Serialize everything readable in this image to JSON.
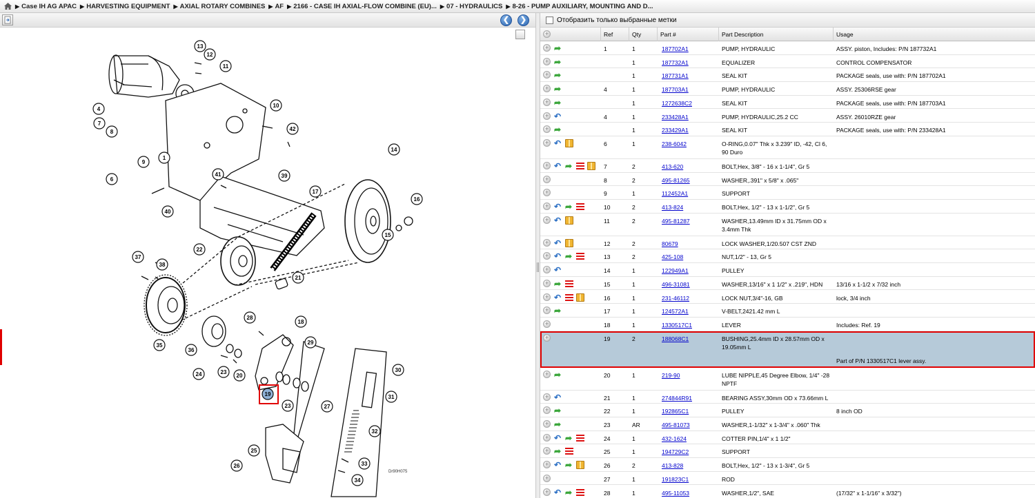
{
  "breadcrumb": [
    "Case IH AG APAC",
    "HARVESTING EQUIPMENT",
    "AXIAL ROTARY COMBINES",
    "AF",
    "2166 - CASE IH AXIAL-FLOW COMBINE (EU)...",
    "07 - HYDRAULICS",
    "8-26 - PUMP AUXILIARY, MOUNTING AND D..."
  ],
  "filter_label": "Отобразить только выбранные метки",
  "diagram_code": "Dr90H075",
  "selected_callout": "19",
  "columns": {
    "ref": "Ref",
    "qty": "Qty",
    "part": "Part #",
    "desc": "Part Description",
    "usage": "Usage"
  },
  "rows": [
    {
      "ref": "1",
      "qty": "1",
      "part": "187702A1",
      "desc": [
        "PUMP, HYDRAULIC"
      ],
      "usage": "ASSY. piston, Includes: P/N 187732A1",
      "icons": [
        "g"
      ]
    },
    {
      "ref": "",
      "qty": "1",
      "part": "187732A1",
      "desc": [
        "EQUALIZER"
      ],
      "usage": "CONTROL COMPENSATOR",
      "icons": [
        "g"
      ]
    },
    {
      "ref": "",
      "qty": "1",
      "part": "187731A1",
      "desc": [
        "SEAL KIT"
      ],
      "usage": "PACKAGE seals, use with: P/N 187702A1",
      "icons": [
        "g"
      ]
    },
    {
      "ref": "4",
      "qty": "1",
      "part": "187703A1",
      "desc": [
        "PUMP, HYDRAULIC"
      ],
      "usage": "ASSY. 25306RSE gear",
      "icons": [
        "g"
      ]
    },
    {
      "ref": "",
      "qty": "1",
      "part": "1272638C2",
      "desc": [
        "SEAL KIT"
      ],
      "usage": "PACKAGE seals, use with: P/N 187703A1",
      "icons": [
        "g"
      ]
    },
    {
      "ref": "4",
      "qty": "1",
      "part": "233428A1",
      "desc": [
        "PUMP, HYDRAULIC,25.2 CC"
      ],
      "usage": "ASSY. 26010RZE gear",
      "icons": [
        "b"
      ]
    },
    {
      "ref": "",
      "qty": "1",
      "part": "233429A1",
      "desc": [
        "SEAL KIT"
      ],
      "usage": "PACKAGE seals, use with: P/N 233428A1",
      "icons": [
        "g"
      ]
    },
    {
      "ref": "6",
      "qty": "1",
      "part": "238-6042",
      "desc": [
        "O-RING,0.07\" Thk x 3.239\" ID, -42, Cl 6,",
        "90 Duro"
      ],
      "usage": "",
      "icons": [
        "b",
        "box"
      ]
    },
    {
      "ref": "7",
      "qty": "2",
      "part": "413-620",
      "desc": [
        "BOLT,Hex, 3/8\" - 16 x 1-1/4\", Gr 5"
      ],
      "usage": "",
      "icons": [
        "b",
        "g",
        "list",
        "box"
      ]
    },
    {
      "ref": "8",
      "qty": "2",
      "part": "495-81265",
      "desc": [
        "WASHER,.391\" x 5/8\" x .065\""
      ],
      "usage": "",
      "icons": []
    },
    {
      "ref": "9",
      "qty": "1",
      "part": "112452A1",
      "desc": [
        "SUPPORT"
      ],
      "usage": "",
      "icons": []
    },
    {
      "ref": "10",
      "qty": "2",
      "part": "413-824",
      "desc": [
        "BOLT,Hex, 1/2\" - 13 x 1-1/2\", Gr 5"
      ],
      "usage": "",
      "icons": [
        "b",
        "g",
        "list"
      ]
    },
    {
      "ref": "11",
      "qty": "2",
      "part": "495-81287",
      "desc": [
        "WASHER,13.49mm ID x 31.75mm OD x",
        "3.4mm Thk"
      ],
      "usage": "",
      "icons": [
        "b",
        "box"
      ]
    },
    {
      "ref": "12",
      "qty": "2",
      "part": "80679",
      "desc": [
        "LOCK WASHER,1/20.507 CST ZND"
      ],
      "usage": "",
      "icons": [
        "b",
        "box"
      ]
    },
    {
      "ref": "13",
      "qty": "2",
      "part": "425-108",
      "desc": [
        "NUT,1/2\" - 13, Gr 5"
      ],
      "usage": "",
      "icons": [
        "b",
        "g",
        "list"
      ]
    },
    {
      "ref": "14",
      "qty": "1",
      "part": "122949A1",
      "desc": [
        "PULLEY"
      ],
      "usage": "",
      "icons": [
        "b"
      ]
    },
    {
      "ref": "15",
      "qty": "1",
      "part": "496-31081",
      "desc": [
        "WASHER,13/16\" x 1 1/2\" x .219\", HDN"
      ],
      "usage": "13/16 x 1-1/2 x 7/32 inch",
      "icons": [
        "g",
        "list"
      ]
    },
    {
      "ref": "16",
      "qty": "1",
      "part": "231-46112",
      "desc": [
        "LOCK NUT,3/4\"-16, GB"
      ],
      "usage": "lock, 3/4 inch",
      "icons": [
        "b",
        "list",
        "box"
      ]
    },
    {
      "ref": "17",
      "qty": "1",
      "part": "124572A1",
      "desc": [
        "V-BELT,2421.42 mm L"
      ],
      "usage": "",
      "icons": [
        "g"
      ]
    },
    {
      "ref": "18",
      "qty": "1",
      "part": "1330517C1",
      "desc": [
        "LEVER"
      ],
      "usage": "Includes: Ref. 19",
      "icons": []
    },
    {
      "ref": "19",
      "qty": "2",
      "part": "188068C1",
      "desc": [
        "BUSHING,25.4mm ID x 28.57mm OD x",
        "19.05mm L"
      ],
      "usage": "",
      "icons": [],
      "selected": true,
      "note": "Part of P/N 1330517C1 lever assy."
    },
    {
      "ref": "20",
      "qty": "1",
      "part": "219-90",
      "desc": [
        "LUBE NIPPLE,45 Degree Elbow, 1/4\" -28",
        "NPTF"
      ],
      "usage": "",
      "icons": [
        "g"
      ]
    },
    {
      "ref": "21",
      "qty": "1",
      "part": "274844R91",
      "desc": [
        "BEARING ASSY,30mm OD x 73.66mm L"
      ],
      "usage": "",
      "icons": [
        "b"
      ]
    },
    {
      "ref": "22",
      "qty": "1",
      "part": "192865C1",
      "desc": [
        "PULLEY"
      ],
      "usage": "8 inch OD",
      "icons": [
        "g"
      ]
    },
    {
      "ref": "23",
      "qty": "AR",
      "part": "495-81073",
      "desc": [
        "WASHER,1-1/32\" x 1-3/4\" x .060\" Thk"
      ],
      "usage": "",
      "icons": [
        "g"
      ]
    },
    {
      "ref": "24",
      "qty": "1",
      "part": "432-1624",
      "desc": [
        "COTTER PIN,1/4\" x 1 1/2\""
      ],
      "usage": "",
      "icons": [
        "b",
        "g",
        "list"
      ]
    },
    {
      "ref": "25",
      "qty": "1",
      "part": "194729C2",
      "desc": [
        "SUPPORT"
      ],
      "usage": "",
      "icons": [
        "g",
        "list"
      ]
    },
    {
      "ref": "26",
      "qty": "2",
      "part": "413-828",
      "desc": [
        "BOLT,Hex, 1/2\" - 13 x 1-3/4\", Gr 5"
      ],
      "usage": "",
      "icons": [
        "b",
        "g",
        "box"
      ]
    },
    {
      "ref": "27",
      "qty": "1",
      "part": "191823C1",
      "desc": [
        "ROD"
      ],
      "usage": "",
      "icons": []
    },
    {
      "ref": "28",
      "qty": "1",
      "part": "495-11053",
      "desc": [
        "WASHER,1/2\", SAE"
      ],
      "usage": "(17/32\" x 1-1/16\" x 3/32\")",
      "icons": [
        "b",
        "g",
        "list"
      ]
    }
  ],
  "callouts": [
    {
      "n": "1"
    },
    {
      "n": "4"
    },
    {
      "n": "6"
    },
    {
      "n": "7"
    },
    {
      "n": "8"
    },
    {
      "n": "9"
    },
    {
      "n": "10"
    },
    {
      "n": "11"
    },
    {
      "n": "12"
    },
    {
      "n": "13"
    },
    {
      "n": "14"
    },
    {
      "n": "15"
    },
    {
      "n": "16"
    },
    {
      "n": "17"
    },
    {
      "n": "18"
    },
    {
      "n": "19"
    },
    {
      "n": "20"
    },
    {
      "n": "21"
    },
    {
      "n": "22"
    },
    {
      "n": "23"
    },
    {
      "n": "23"
    },
    {
      "n": "24"
    },
    {
      "n": "25"
    },
    {
      "n": "26"
    },
    {
      "n": "27"
    },
    {
      "n": "28"
    },
    {
      "n": "29"
    },
    {
      "n": "30"
    },
    {
      "n": "31"
    },
    {
      "n": "32"
    },
    {
      "n": "33"
    },
    {
      "n": "34"
    },
    {
      "n": "35"
    },
    {
      "n": "36"
    },
    {
      "n": "37"
    },
    {
      "n": "38"
    },
    {
      "n": "39"
    },
    {
      "n": "40"
    },
    {
      "n": "41"
    },
    {
      "n": "42"
    }
  ]
}
